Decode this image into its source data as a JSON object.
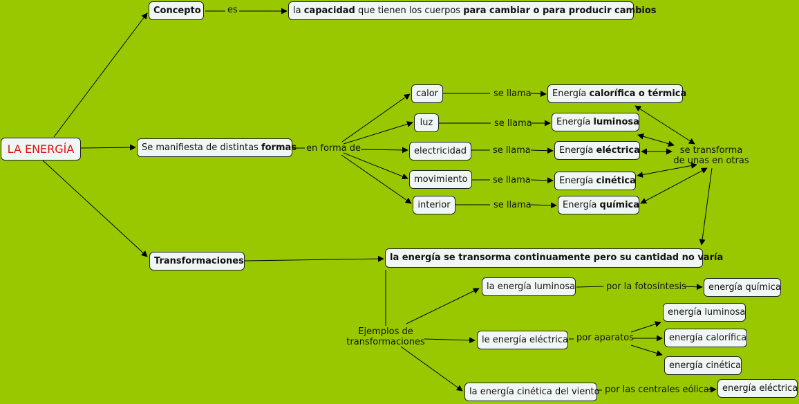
{
  "root": "LA ENERGÍA",
  "concepto": {
    "node": "Concepto",
    "link": "es",
    "def_pre": "la ",
    "def_b1": "capacidad",
    "def_mid": " que tienen los cuerpos ",
    "def_b2": "para cambiar o para producir cambios"
  },
  "formas": {
    "node_pre": "Se manifiesta de distintas ",
    "node_b": "formas",
    "link": "en forma de",
    "se_llama": "se llama",
    "items": [
      {
        "form": "calor",
        "energy_pre": "Energía ",
        "energy_b": "calorífica o térmica"
      },
      {
        "form": "luz",
        "energy_pre": "Energía ",
        "energy_b": "luminosa"
      },
      {
        "form": "electricidad",
        "energy_pre": "Energía ",
        "energy_b": "eléctrica"
      },
      {
        "form": "movimiento",
        "energy_pre": "Energía ",
        "energy_b": "cinética"
      },
      {
        "form": "interior",
        "energy_pre": "Energía ",
        "energy_b": "química"
      }
    ],
    "transform_line1": "se transforma",
    "transform_line2": "de unas en otras"
  },
  "transformaciones": {
    "node": "Transformaciones",
    "statement": "la energía se transorma continuamente pero su cantidad no varía",
    "examples_line1": "Ejemplos de",
    "examples_line2": "transformaciones",
    "ex1": {
      "source": "la energía luminosa",
      "link": "por la fotosíntesis",
      "target": "energía química"
    },
    "ex2": {
      "source": "le energía eléctrica",
      "link": "por aparatos",
      "targets": [
        "energía luminosa",
        "energía calorífica",
        "energía cinética"
      ]
    },
    "ex3": {
      "source": "la energía cinética del viento",
      "link": "por las centrales eólicas",
      "target": "energía eléctrica"
    }
  }
}
